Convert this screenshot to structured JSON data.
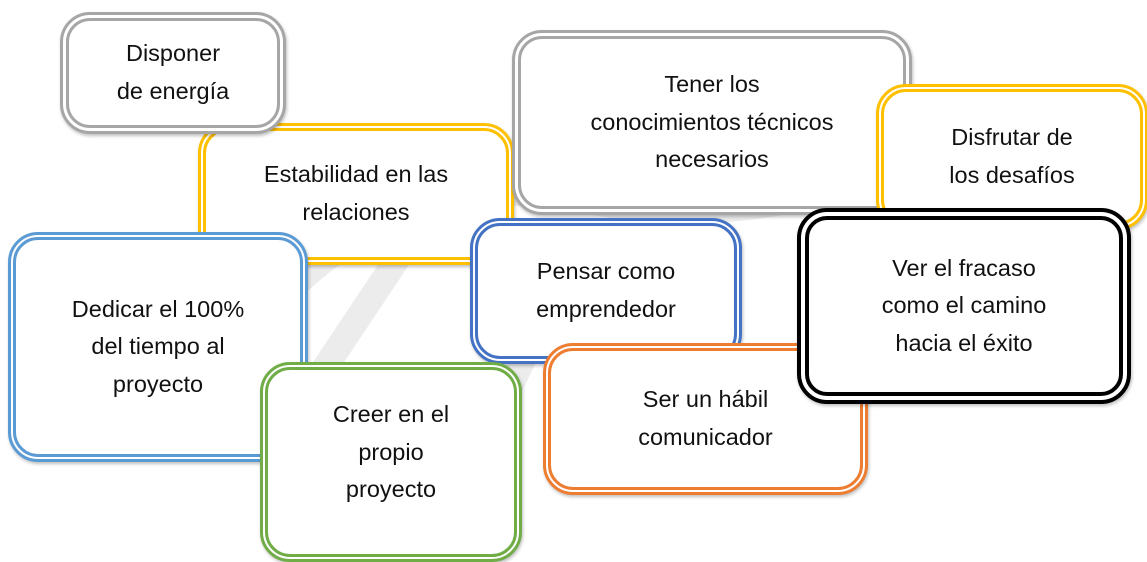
{
  "boxes": [
    {
      "text": "Disponer\nde energía",
      "color": "#a6a6a6"
    },
    {
      "text": "Estabilidad en las\nrelaciones",
      "color": "#ffc000"
    },
    {
      "text": "Tener los\nconocimientos técnicos\nnecesarios",
      "color": "#a6a6a6"
    },
    {
      "text": "Disfrutar de\nlos desafíos",
      "color": "#ffc000"
    },
    {
      "text": "Dedicar el 100%\ndel tiempo al\nproyecto",
      "color": "#5b9bd5"
    },
    {
      "text": "Pensar como\nemprendedor",
      "color": "#4472c4"
    },
    {
      "text": "Ver el fracaso\ncomo el camino\nhacia el éxito",
      "color": "#000000"
    },
    {
      "text": "Ser un hábil\ncomunicador",
      "color": "#ed7d31"
    },
    {
      "text": "Creer en el\npropio\nproyecto",
      "color": "#70ad47"
    }
  ]
}
